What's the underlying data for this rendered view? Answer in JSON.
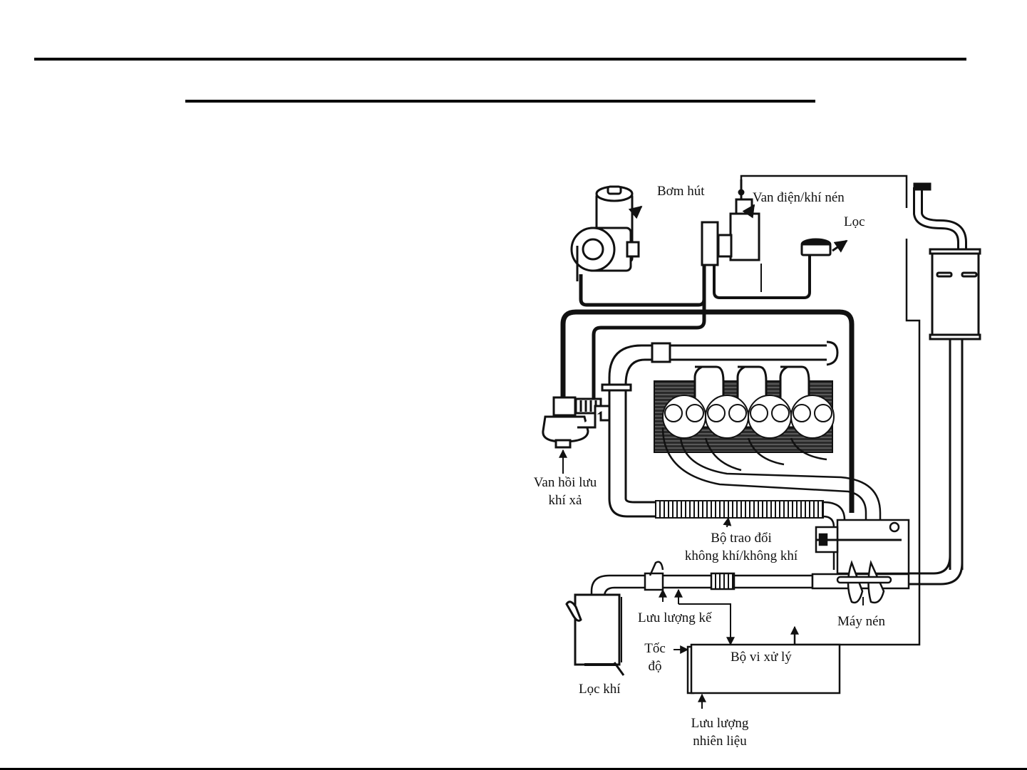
{
  "slide": {
    "header_rule": "",
    "subtitle_rule": ""
  },
  "diagram": {
    "title": "Turbo / EGR control system schematic",
    "labels": {
      "suction_pump": "Bơm hút",
      "electro_pneumatic_valve": "Van điện/khí nén",
      "filter": "Lọc",
      "egr_valve_line1": "Van hồi lưu",
      "egr_valve_line2": "khí xả",
      "intercooler_line1": "Bộ trao đổi",
      "intercooler_line2": "không khí/không khí",
      "flow_meter": "Lưu lượng kế",
      "compressor": "Máy nén",
      "speed_line1": "Tốc",
      "speed_line2": "độ",
      "ecu": "Bộ vi xử lý",
      "air_filter": "Lọc khí",
      "fuel_flow_line1": "Lưu lượng",
      "fuel_flow_line2": "nhiên liệu"
    },
    "colors": {
      "ink": "#111111",
      "background": "#ffffff",
      "core_fill": "#2a2a2a"
    }
  }
}
